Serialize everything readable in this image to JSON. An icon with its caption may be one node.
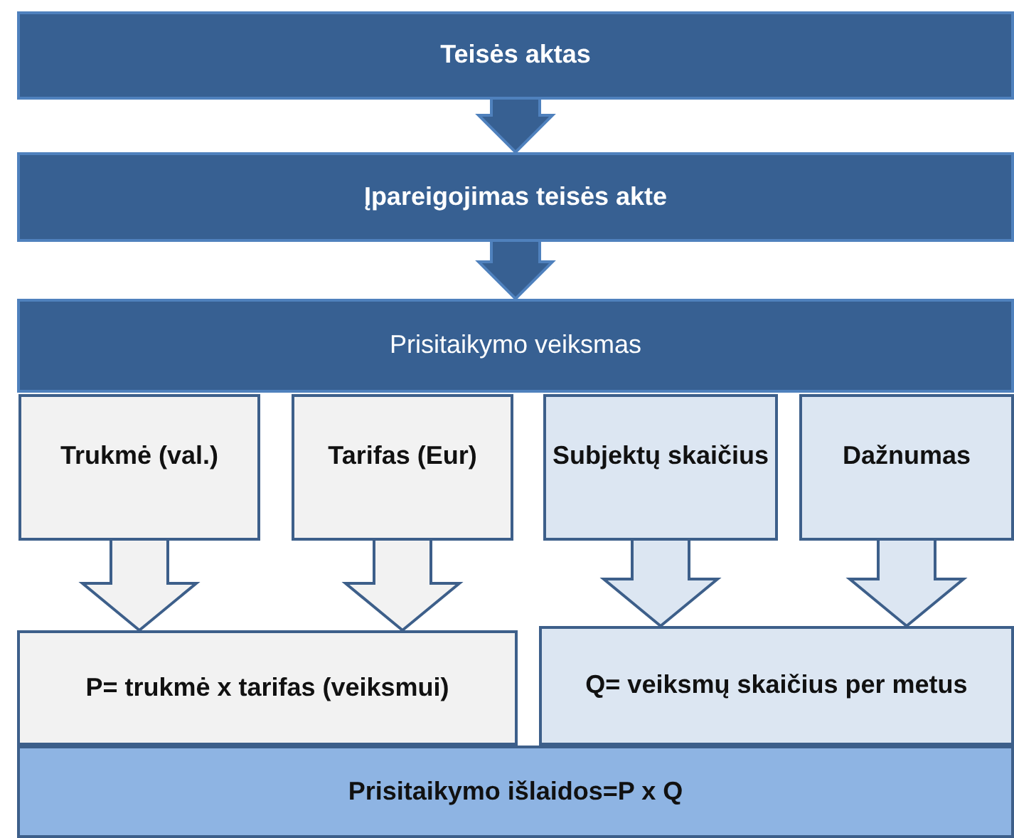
{
  "diagram": {
    "nodes": [
      {
        "text": [
          "Teisės aktas"
        ]
      },
      {
        "text": [
          "Įpareigojimas teisės akte"
        ]
      },
      {
        "text": [
          "Prisitaikymo veiksmas"
        ]
      },
      {
        "text": [
          "Trukmė (val.)"
        ]
      },
      {
        "text": [
          "Tarifas (Eur)"
        ]
      },
      {
        "text": [
          "Subjektų skaičius"
        ]
      },
      {
        "text": [
          "Dažnumas"
        ]
      },
      {
        "text": [
          "P= trukmė x tarifas (veiksmui)"
        ]
      },
      {
        "text": [
          "Q= veiksmų skaičius per metus"
        ]
      },
      {
        "text": [
          "Prisitaikymo išlaidos=P x Q"
        ]
      }
    ],
    "edges": [
      {
        "from": 0,
        "to": 1,
        "arrow": "to"
      },
      {
        "from": 1,
        "to": 2,
        "arrow": "to"
      },
      {
        "from": 3,
        "to": 7,
        "arrow": "to"
      },
      {
        "from": 4,
        "to": 7,
        "arrow": "to"
      },
      {
        "from": 5,
        "to": 8,
        "arrow": "to"
      },
      {
        "from": 6,
        "to": 8,
        "arrow": "to"
      }
    ]
  }
}
